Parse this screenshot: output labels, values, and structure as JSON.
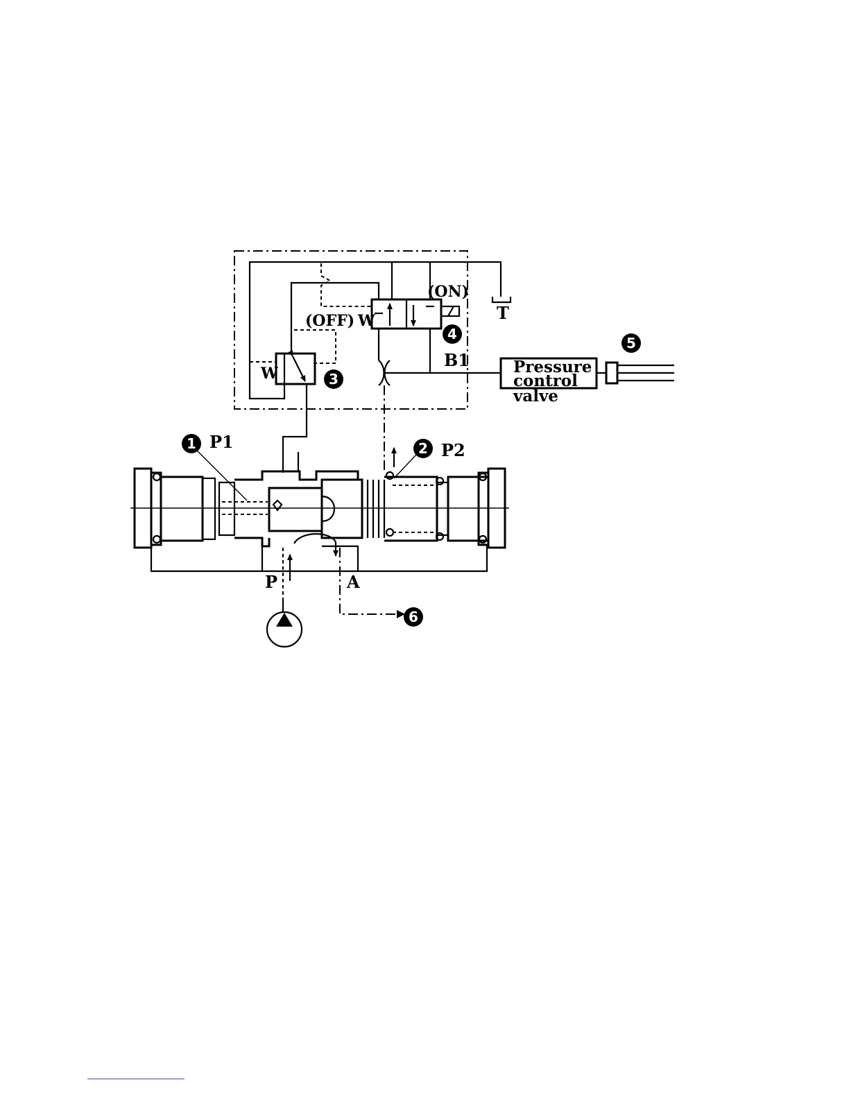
{
  "labels": {
    "on": "(ON)",
    "off": "(OFF)",
    "tank": "T",
    "b1": "B1",
    "p1": "P1",
    "p2": "P2",
    "p": "P",
    "a": "A",
    "spring": "W",
    "pressure_control_valve": [
      "Pressure",
      "control",
      "valve"
    ]
  },
  "callouts": [
    "1",
    "2",
    "3",
    "4",
    "5",
    "6"
  ]
}
